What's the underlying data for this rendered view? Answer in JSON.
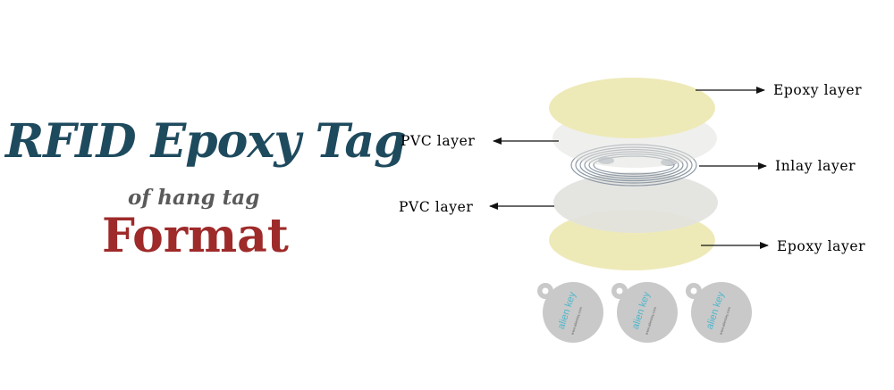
{
  "heading": {
    "title": "RFID Epoxy Tag",
    "subtitle": "of hang tag",
    "format": "Format"
  },
  "layers": {
    "epoxy_top": "Epoxy layer",
    "pvc_top": "PVC layer",
    "inlay": "Inlay layer",
    "pvc_bottom": "PVC layer",
    "epoxy_bottom": "Epoxy layer"
  },
  "tags": {
    "brand": "alien key",
    "website": "www.alienkey.com"
  },
  "colors": {
    "title": "#1e4a5e",
    "subtitle": "#5a5a5a",
    "format": "#9e2a2a",
    "epoxy": "#eeeab8",
    "pvc": "#e2e2de",
    "inlay": "#8e9aa6",
    "tag": "#c9c9c9",
    "brand_blue": "#4fb6cc",
    "brand_green": "#7fbf4a"
  }
}
